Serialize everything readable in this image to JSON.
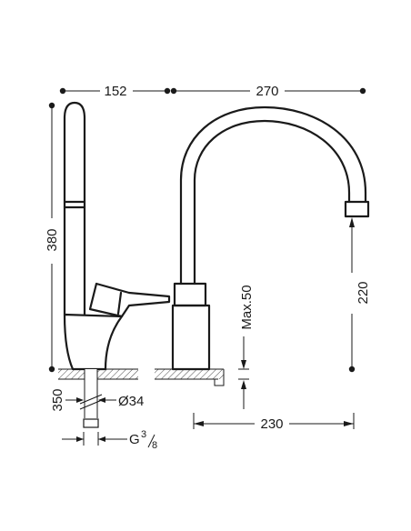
{
  "dimensions": {
    "side_width": "152",
    "spout_reach": "270",
    "total_height": "380",
    "spout_height": "220",
    "deck_thickness": "Max.50",
    "shank_length": "350",
    "base_diameter": "Ø34",
    "connection_prefix": "G",
    "connection_num": "3",
    "connection_den": "8",
    "base_depth": "230"
  },
  "colors": {
    "line": "#1a1a1a",
    "background": "#ffffff"
  }
}
